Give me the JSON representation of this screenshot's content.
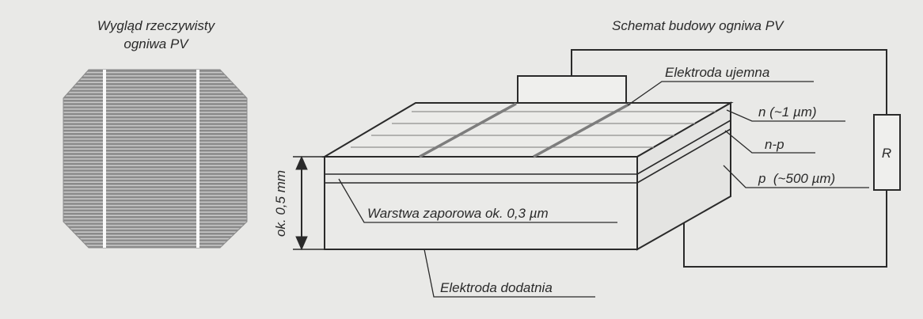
{
  "left_panel": {
    "title_line1": "Wygląd rzeczywisty",
    "title_line2": "ogniwa PV"
  },
  "right_panel": {
    "title": "Schemat budowy ogniwa PV"
  },
  "labels": {
    "negative_electrode": "Elektroda ujemna",
    "n_layer": "n (~1 µm)",
    "np_junction": "n-p",
    "p_layer": "p  (~500 µm)",
    "resistor": "R",
    "thickness": "ok. 0,5 mm",
    "barrier_layer": "Warstwa zaporowa ok. 0,3 µm",
    "positive_electrode": "Elektroda dodatnia"
  },
  "colors": {
    "background": "#e9e9e7",
    "ink": "#2a2a2a",
    "cell_gray": "#6d6d6d",
    "finger_line": "#9b9b9b",
    "busbar": "#7f7f7f"
  }
}
